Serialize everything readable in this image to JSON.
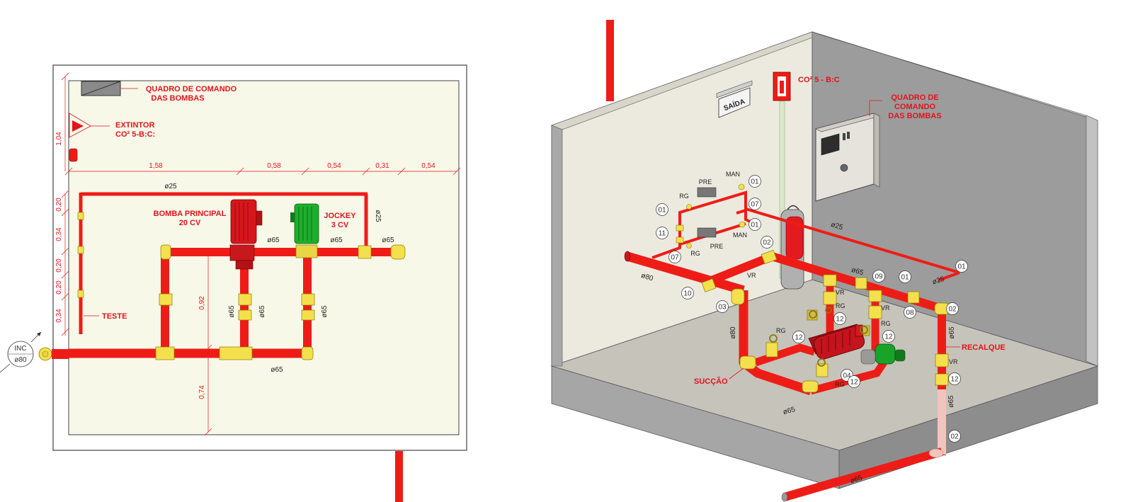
{
  "plan": {
    "quadro_line1": "QUADRO DE COMANDO",
    "quadro_line2": "DAS BOMBAS",
    "extintor_line1": "EXTINTOR",
    "extintor_line2": "CO² 5-B:C:",
    "bomba_line1": "BOMBA PRINCIPAL",
    "bomba_line2": "20 CV",
    "jockey_line1": "JOCKEY",
    "jockey_line2": "3 CV",
    "teste": "TESTE",
    "inc": "INC",
    "inc_diam": "ø80",
    "dims_top": [
      "1,58",
      "0,58",
      "0,54",
      "0,31",
      "0,54"
    ],
    "dims_left": [
      "1,04",
      "0,20",
      "0,34",
      "0,20",
      "0,20",
      "0,34"
    ],
    "dim_092": "0,92",
    "dim_074": "0,74",
    "d25_top": "ø25",
    "d25_side": "ø25",
    "d65_a": "ø65",
    "d65_b": "ø65",
    "d65_c": "ø65",
    "d65_v1": "ø65",
    "d65_v2": "ø65",
    "d65_v3": "ø65",
    "d65_bottom": "ø65"
  },
  "iso": {
    "co2": "CO² 5 - B:C",
    "saida": "SAÍDA",
    "quadro_line1": "QUADRO DE",
    "quadro_line2": "COMANDO",
    "quadro_line3": "DAS BOMBAS",
    "recalque": "RECALQUE",
    "succao": "SUCÇÃO",
    "pre": "PRE",
    "man": "MAN",
    "rg": "RG",
    "vr": "VR",
    "d80": "ø80",
    "d25": "ø25",
    "d65": "ø65",
    "callouts": [
      "01",
      "01",
      "01",
      "01",
      "01",
      "02",
      "02",
      "02",
      "03",
      "04",
      "07",
      "07",
      "08",
      "09",
      "10",
      "11",
      "12",
      "12",
      "12",
      "12",
      "12"
    ]
  }
}
